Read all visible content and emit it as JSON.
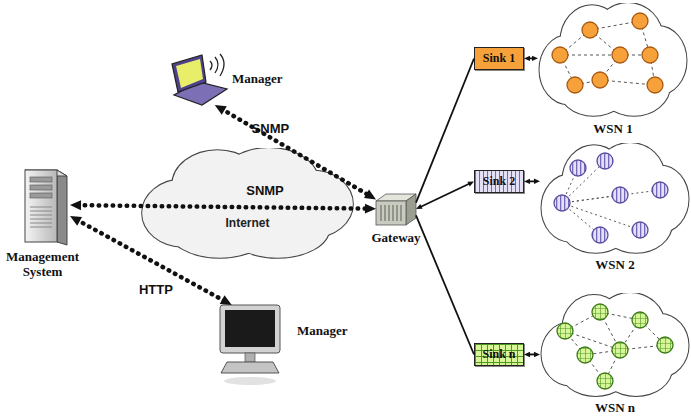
{
  "diagram": {
    "nodes": [
      {
        "text": [
          "Manager"
        ]
      },
      {
        "text": [
          "Management System"
        ]
      },
      {
        "text": [
          "Internet"
        ]
      },
      {
        "text": [
          "Gateway"
        ]
      },
      {
        "text": [
          "Manager"
        ]
      },
      {
        "text": [
          "Sink 1"
        ]
      },
      {
        "text": [
          "Sink 2"
        ]
      },
      {
        "text": [
          "Sink n"
        ]
      },
      {
        "text": [
          "WSN 1"
        ]
      },
      {
        "text": [
          "WSN 2"
        ]
      },
      {
        "text": [
          "WSN n"
        ]
      }
    ],
    "edges": [
      {
        "from": 0,
        "to": 3,
        "label": "SNMP",
        "arrow": "both"
      },
      {
        "from": 1,
        "to": 3,
        "label": "SNMP",
        "arrow": "both"
      },
      {
        "from": 1,
        "to": 4,
        "label": "HTTP",
        "arrow": "both"
      },
      {
        "from": 3,
        "to": 5,
        "arrow": "none"
      },
      {
        "from": 3,
        "to": 6,
        "arrow": "both"
      },
      {
        "from": 3,
        "to": 7,
        "arrow": "none"
      },
      {
        "from": 5,
        "to": 8,
        "arrow": "both"
      },
      {
        "from": 6,
        "to": 9,
        "arrow": "both"
      },
      {
        "from": 7,
        "to": 10,
        "arrow": "both"
      }
    ]
  }
}
